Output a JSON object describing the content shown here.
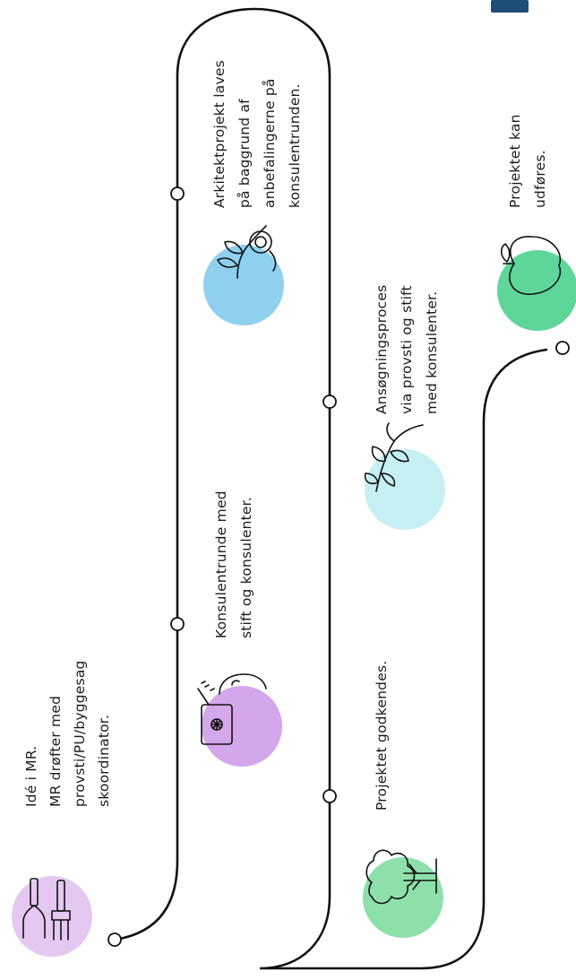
{
  "colors": {
    "lilac": "#e4c8f2",
    "purple": "#d4a6ea",
    "blue": "#8fd0ef",
    "light_cyan": "#c6eff3",
    "green": "#8ee0ab",
    "mint": "#5ed69a",
    "corner_tab": "#1d4e7a",
    "line": "#111111"
  },
  "steps": [
    {
      "id": "ide",
      "icon": "garden-tools-icon",
      "lines": [
        "Idé i MR.",
        "MR drøfter med",
        "provsti/PU/byggesag",
        "skoordinator."
      ]
    },
    {
      "id": "konsulentrunde",
      "icon": "watering-can-icon",
      "lines": [
        "Konsulentrunde med",
        "stift og konsulenter."
      ]
    },
    {
      "id": "arkitektprojekt",
      "icon": "sprout-icon",
      "lines": [
        "Arkitektprojekt laves",
        "på baggrund af",
        "anbefalingerne på",
        "konsulentrunden."
      ]
    },
    {
      "id": "godkendes",
      "icon": "tree-icon",
      "lines": [
        "Projektet godkendes."
      ]
    },
    {
      "id": "ansogning",
      "icon": "branch-icon",
      "lines": [
        "Ansøgningsproces",
        "via provsti og stift",
        "med konsulenter."
      ]
    },
    {
      "id": "udfores",
      "icon": "apple-icon",
      "lines": [
        "Projektet kan",
        "udføres."
      ]
    }
  ]
}
